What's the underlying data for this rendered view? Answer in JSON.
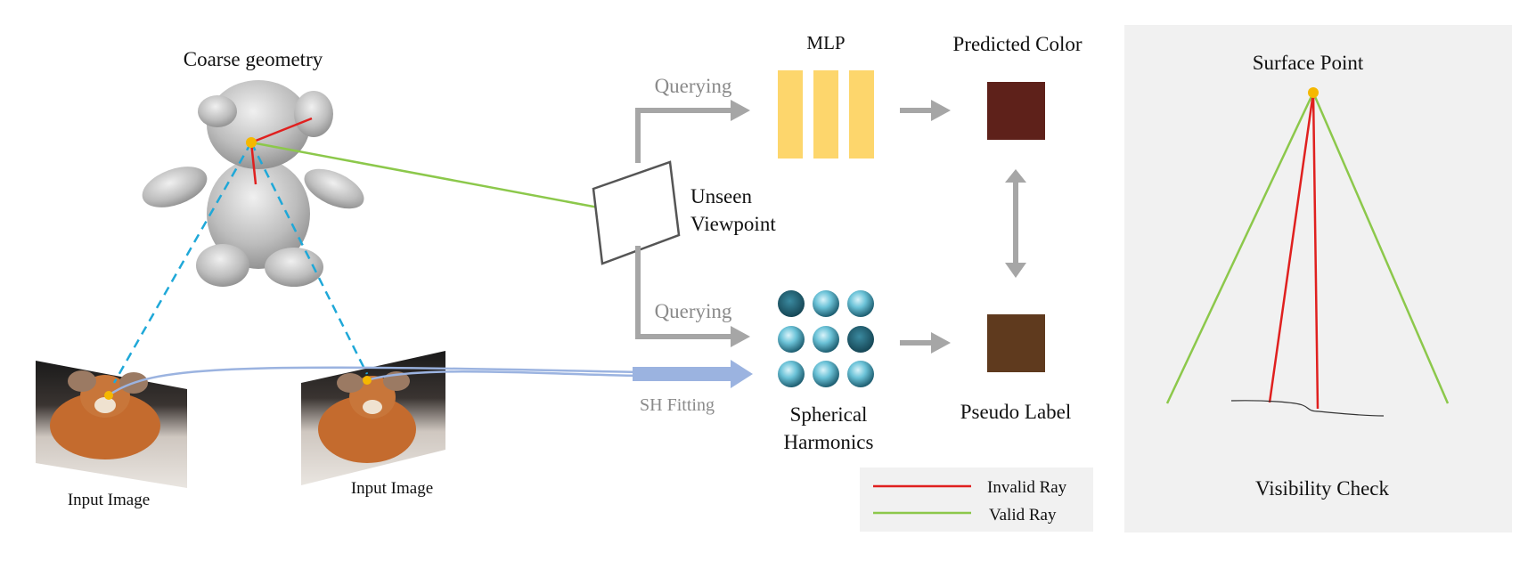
{
  "geometry": {
    "title": "Coarse geometry",
    "input_image_left": "Input Image",
    "input_image_right": "Input Image"
  },
  "viewpoint": {
    "label_line1": "Unseen",
    "label_line2": "Viewpoint"
  },
  "flow": {
    "querying_top": "Querying",
    "querying_bottom": "Querying",
    "sh_fitting": "SH Fitting"
  },
  "mlp": {
    "title": "MLP"
  },
  "sh": {
    "label_line1": "Spherical",
    "label_line2": "Harmonics"
  },
  "predicted": {
    "title": "Predicted Color",
    "color": "#5e211a"
  },
  "pseudo": {
    "title": "Pseudo Label",
    "color": "#5f3a1e"
  },
  "legend": {
    "invalid_label": "Invalid Ray",
    "valid_label": "Valid Ray",
    "invalid_color": "#e0201f",
    "valid_color": "#8cc84b"
  },
  "visibility": {
    "title": "Surface Point",
    "caption": "Visibility Check",
    "panel_color": "#f1f1f1",
    "point_color": "#f5b800"
  },
  "colors": {
    "arrow_gray": "#a6a6a6",
    "mlp_yellow": "#fdd66c",
    "dash_blue": "#1fa8d8",
    "fit_blue": "#9bb3e0"
  }
}
